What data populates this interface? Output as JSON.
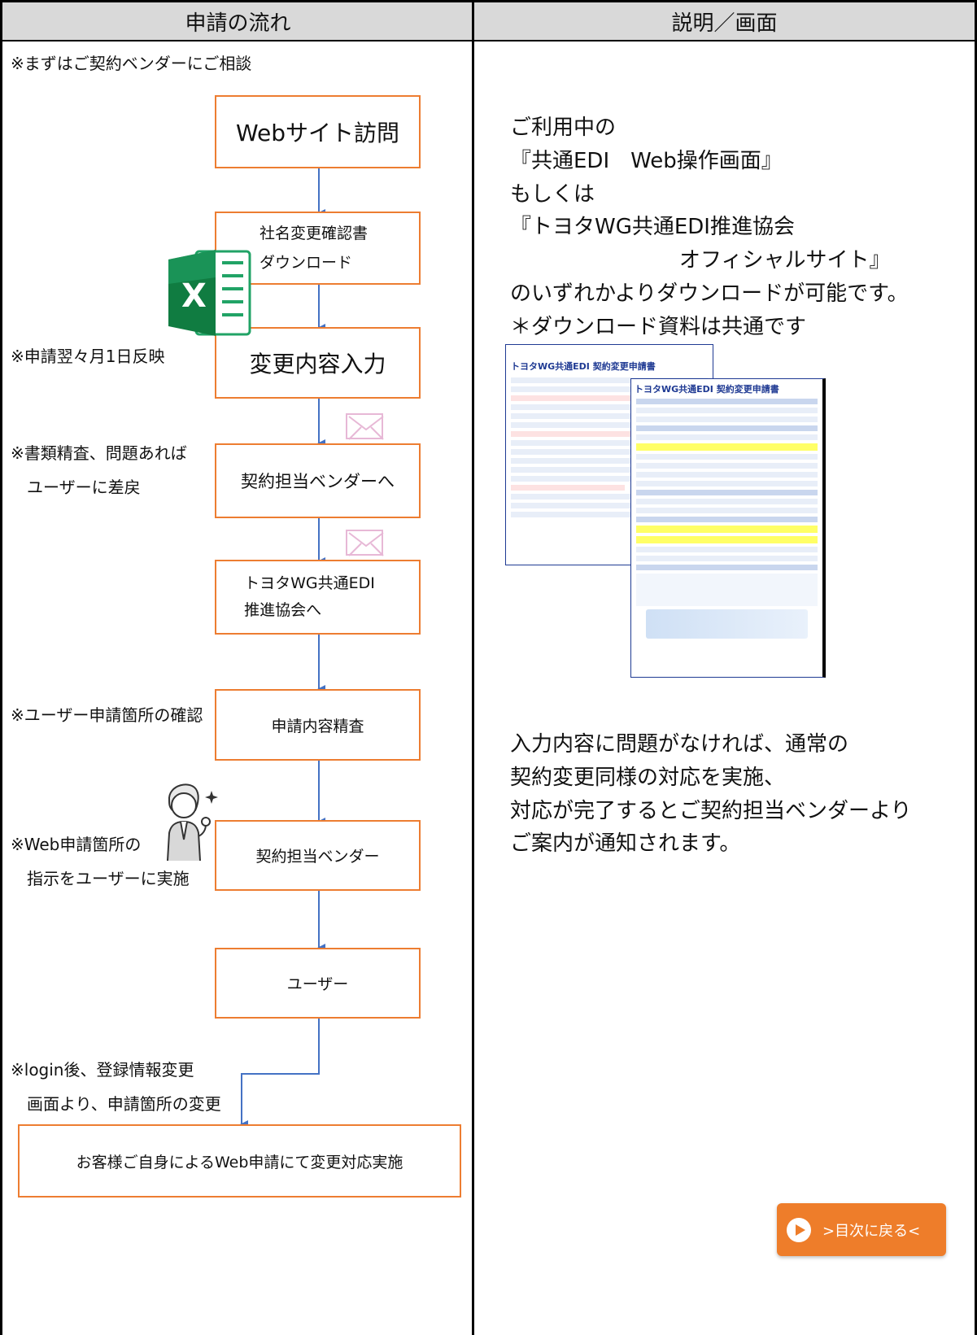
{
  "header": {
    "left": "申請の流れ",
    "right": "説明／画面"
  },
  "flow": {
    "note_top": "※まずはご契約ベンダーにご相談",
    "step1": "Webサイト訪問",
    "step2": "社名変更確認書\nダウンロード",
    "step3": "変更内容入力",
    "note3": "※申請翌々月1日反映",
    "step4": "契約担当ベンダーへ",
    "note4": "※書類精査、問題あれば\n　ユーザーに差戻",
    "step5": "トヨタWG共通EDI\n推進協会へ",
    "step6": "申請内容精査",
    "note6": "※ユーザー申請箇所の確認",
    "step7": "契約担当ベンダー",
    "note7": "※Web申請箇所の\n　指示をユーザーに実施",
    "step8": "ユーザー",
    "note8": "※login後、登録情報変更\n　画面より、申請箇所の変更",
    "step9": "お客様ご自身によるWeb申請にて変更対応実施"
  },
  "description": {
    "para1": "ご利用中の\n『共通EDI　Web操作画面』\nもしくは\n『トヨタWG共通EDI推進協会\n　　　　　　　　オフィシャルサイト』\nのいずれかよりダウンロードが可能です。\n＊ダウンロード資料は共通です",
    "para2": "入力内容に問題がなければ、通常の\n契約変更同様の対応を実施、\n対応が完了するとご契約担当ベンダーより\nご案内が通知されます。"
  },
  "doc_preview": {
    "back_title": "トヨタWG共通EDI 契約変更申請書",
    "front_title": "トヨタWG共通EDI 契約変更申請書"
  },
  "back_button": {
    "label": ">目次に戻る<"
  },
  "icons": {
    "excel": "excel-icon",
    "mail": "mail-icon",
    "person": "businessman-icon",
    "play": "play-icon"
  },
  "colors": {
    "box_border": "#ed7d31",
    "arrow": "#4472c4",
    "header_bg": "#d9d9d9",
    "button_bg": "#ee7d2a"
  }
}
